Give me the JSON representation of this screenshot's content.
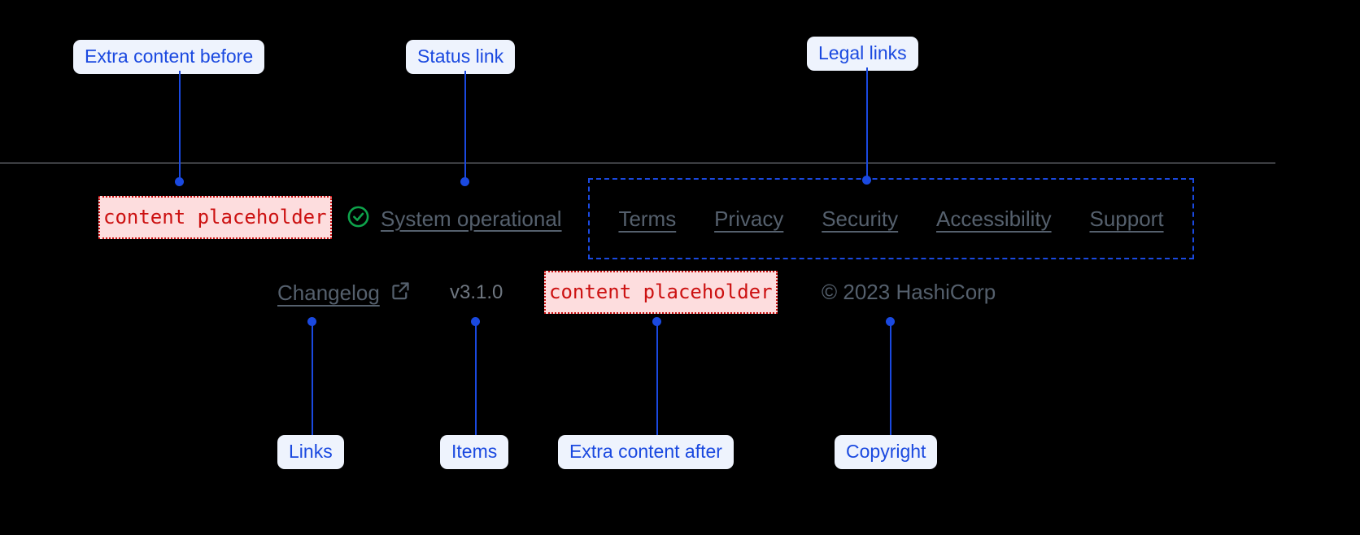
{
  "component": "footer",
  "colors": {
    "background": "#000000",
    "annotation_blue": "#1a49e0",
    "annotation_pill_bg": "#eef3fd",
    "placeholder_red": "#cc1111",
    "placeholder_bg": "#fdddde",
    "link_gray": "#55606d",
    "status_green": "#0ea34b",
    "rule_gray": "#8a8f98"
  },
  "callouts": {
    "extra_content_before": "Extra content before",
    "status_link": "Status link",
    "legal_links": "Legal links",
    "links": "Links",
    "items": "Items",
    "extra_content_after": "Extra content after",
    "copyright": "Copyright"
  },
  "footer": {
    "placeholder_before": "content placeholder",
    "placeholder_after": "content placeholder",
    "status": {
      "icon": "check-circle-icon",
      "label": "System operational"
    },
    "legal_links": [
      {
        "label": "Terms"
      },
      {
        "label": "Privacy"
      },
      {
        "label": "Security"
      },
      {
        "label": "Accessibility"
      },
      {
        "label": "Support"
      }
    ],
    "changelog": {
      "label": "Changelog",
      "icon": "external-link-icon"
    },
    "version": "v3.1.0",
    "copyright": "© 2023 HashiCorp"
  }
}
